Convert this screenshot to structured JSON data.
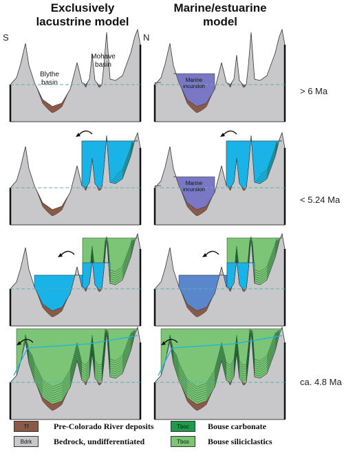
{
  "columns": {
    "left": {
      "line1": "Exclusively",
      "line2": "lacustrine model"
    },
    "right": {
      "line1": "Marine/estuarine",
      "line2": "model"
    }
  },
  "directions": {
    "south": "S",
    "north": "N"
  },
  "basin_labels": {
    "blythe_line1": "Blythe",
    "blythe_line2": "basin",
    "mohave_line1": "Mohave",
    "mohave_line2": "basin",
    "incursion_line1": "Marine",
    "incursion_line2": "incursion"
  },
  "ages": [
    "> 6 Ma",
    "< 5.24 Ma",
    "",
    "ca. 4.8 Ma"
  ],
  "legend": [
    {
      "code": "Tf",
      "label": "Pre-Colorado River deposits",
      "color": "#8b5a47"
    },
    {
      "code": "Bdrk",
      "label": "Bedrock, undifferentiated",
      "color": "#c8c8cb"
    },
    {
      "code": "Tboc",
      "label": "Bouse carbonate",
      "color": "#1f9a4a"
    },
    {
      "code": "Tbos",
      "label": "Bouse siliciclastics",
      "color": "#7cc576"
    }
  ],
  "colors": {
    "bedrock": "#c8c8cb",
    "tf": "#8b5a47",
    "lake": "#19b3e8",
    "marine": "#7a78c4",
    "marine_late": "#5a86cc",
    "tboc": "#1f9a4a",
    "tbos": "#7cc576",
    "sea_level": "#4fb3b8"
  }
}
